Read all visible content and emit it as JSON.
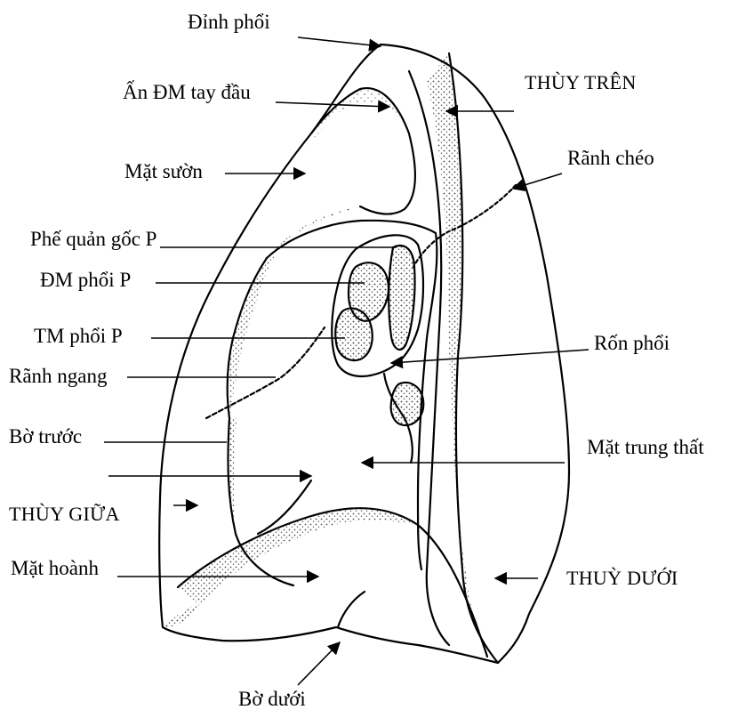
{
  "colors": {
    "ink": "#000000",
    "paper": "#ffffff",
    "stipple": "#3a3a3a"
  },
  "labels": {
    "apex": "Đỉnh phổi",
    "brachio_groove": "Ấn ĐM tay đầu",
    "upper_lobe": "THÙY TRÊN",
    "costal_surface": "Mặt sườn",
    "oblique_fissure": "Rãnh chéo",
    "main_bronchus": "Phế quản gốc P",
    "pulmonary_artery": "ĐM phổi P",
    "pulmonary_vein": "TM phổi P",
    "hilum": "Rốn phổi",
    "horizontal_fissure": "Rãnh ngang",
    "anterior_border": "Bờ trước",
    "mediastinal_surface": "Mặt trung thất",
    "middle_lobe": "THÙY GIỮA",
    "diaphragmatic_surface": "Mặt hoành",
    "lower_lobe": "THUỲ DƯỚI",
    "inferior_border": "Bờ dưới"
  }
}
